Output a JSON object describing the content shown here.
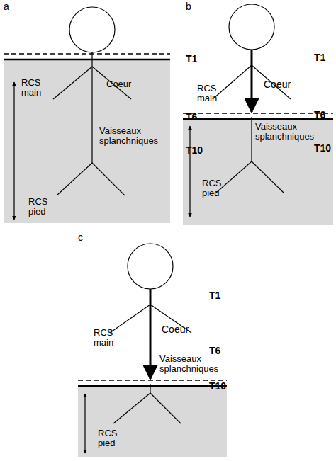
{
  "diagram": {
    "nodes": [
      {
        "text": [
          "RCS main",
          "Coeur",
          "Vaisseaux splanchniques",
          "RCS pied"
        ]
      },
      {
        "text": [
          "Vaisseaux splanchniques",
          "RCS pied"
        ]
      },
      {
        "text": [
          "RCS pied"
        ]
      }
    ],
    "labels": [
      "a",
      "T1",
      "T6",
      "T10",
      "b",
      "RCS main",
      "Coeur",
      "T1",
      "T6",
      "T10",
      "c",
      "RCS main",
      "Coeur",
      "Vaisseaux splanchniques",
      "T1",
      "T6",
      "T10"
    ]
  }
}
